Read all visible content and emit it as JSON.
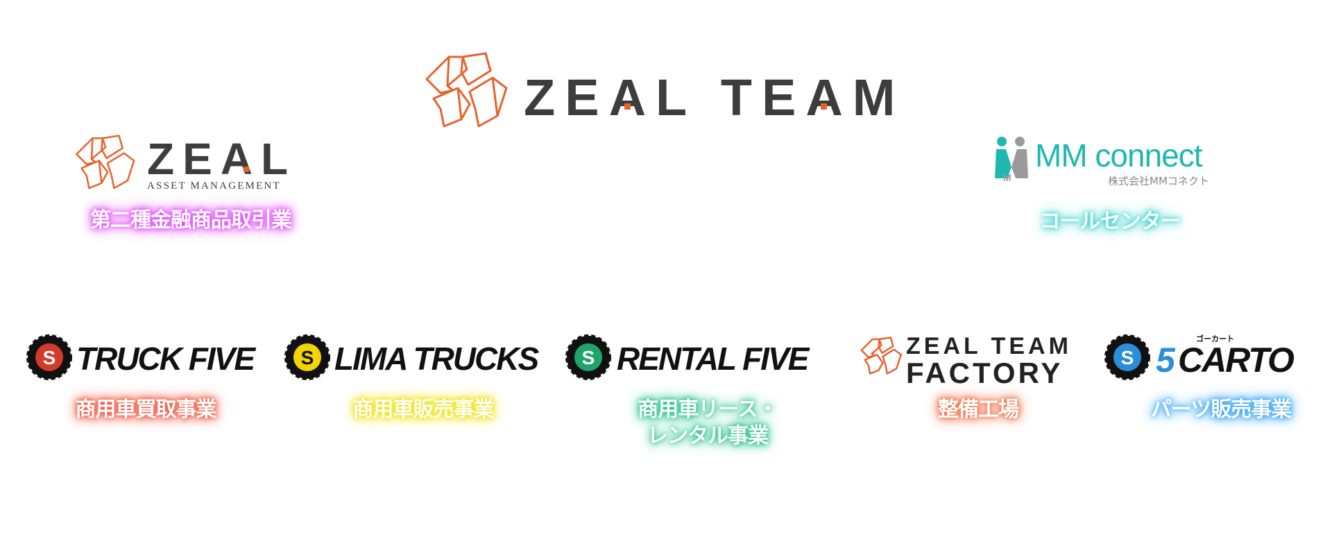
{
  "main_logo": {
    "name": "ZEAL TEAM",
    "letters": [
      "Z",
      "E",
      "A",
      "L",
      "T",
      "E",
      "A",
      "M"
    ]
  },
  "zeal_am": {
    "name": "ZEAL",
    "sub": "ASSET MANAGEMENT",
    "service": "第二種金融商品取引業",
    "glow": "#e040ff"
  },
  "mm_connect": {
    "name": "MM connect",
    "sub": "株式会社MMコネクト",
    "service": "コールセンター",
    "glow": "#22d0c8",
    "color": "#1fb8b0"
  },
  "companies": [
    {
      "name": "TRUCK FIVE",
      "service": "商用車買取事業",
      "gear_color": "#d23a2a",
      "glow": "#f0503a"
    },
    {
      "name": "LIMA TRUCKS",
      "service": "商用車販売事業",
      "gear_color": "#f2d400",
      "glow": "#f0e000"
    },
    {
      "name": "RENTAL FIVE",
      "service_line1": "商用車リース・",
      "service_line2": "レンタル事業",
      "gear_color": "#1fa56a",
      "glow": "#20c080"
    },
    {
      "name_line1": "ZEAL TEAM",
      "name_line2": "FACTORY",
      "service": "整備工場",
      "glow": "#f06a40"
    },
    {
      "name": "CARTO",
      "name_prefix": "5",
      "name_ruby": "ゴーカート",
      "service": "パーツ販売事業",
      "gear_color": "#2a8fd8",
      "glow": "#2a9ff0"
    }
  ]
}
